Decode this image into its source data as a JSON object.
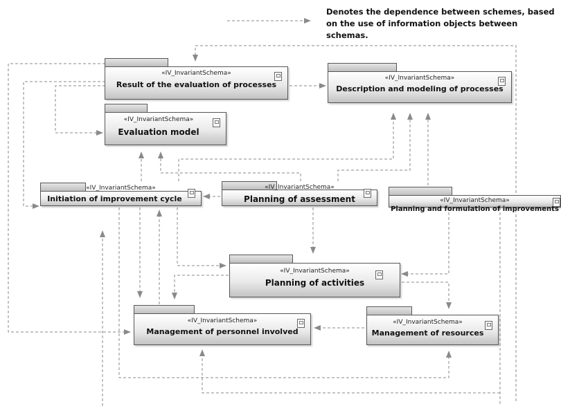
{
  "legend": {
    "line1": "Denotes the dependence between schemes, based",
    "line2": "on the use of information objects between schemas."
  },
  "stereotype": "«IV_InvariantSchema»",
  "packages": {
    "result_evaluation": "Result of the evaluation of processes",
    "description_modeling": "Description and modeling of processes",
    "evaluation_model": "Evaluation model",
    "initiation_cycle": "Initiation of  improvement cycle",
    "planning_assessment": "Planning of assessment",
    "planning_improvements": "Planning and formulation of improvements",
    "planning_activities": "Planning of activities",
    "management_personnel": "Management of personnel involved",
    "management_resources": "Management of resources"
  },
  "icon": "package-schema-icon",
  "colors": {
    "line": "#8a8a8a",
    "border": "#555555"
  }
}
